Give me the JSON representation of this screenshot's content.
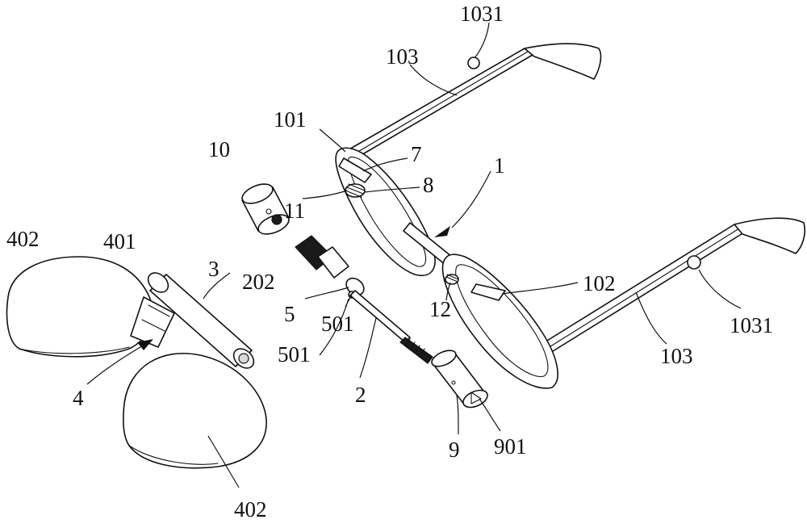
{
  "labels": {
    "temple_tip_upper": "1031",
    "temple_upper": "103",
    "frame_lug_upper": "101",
    "part_7": "7",
    "part_8": "8",
    "part_10": "10",
    "part_11": "11",
    "frame": "1",
    "lens_upper_left": "402",
    "nose_bridge": "401",
    "part_3": "3",
    "part_202": "202",
    "frame_lug_lower": "102",
    "part_12": "12",
    "temple_tip_lower": "1031",
    "part_5": "5",
    "part_501_right": "501",
    "part_501_left": "501",
    "temple_lower": "103",
    "part_2": "2",
    "part_4": "4",
    "part_9": "9",
    "part_901": "901",
    "lens_lower_left": "402"
  }
}
